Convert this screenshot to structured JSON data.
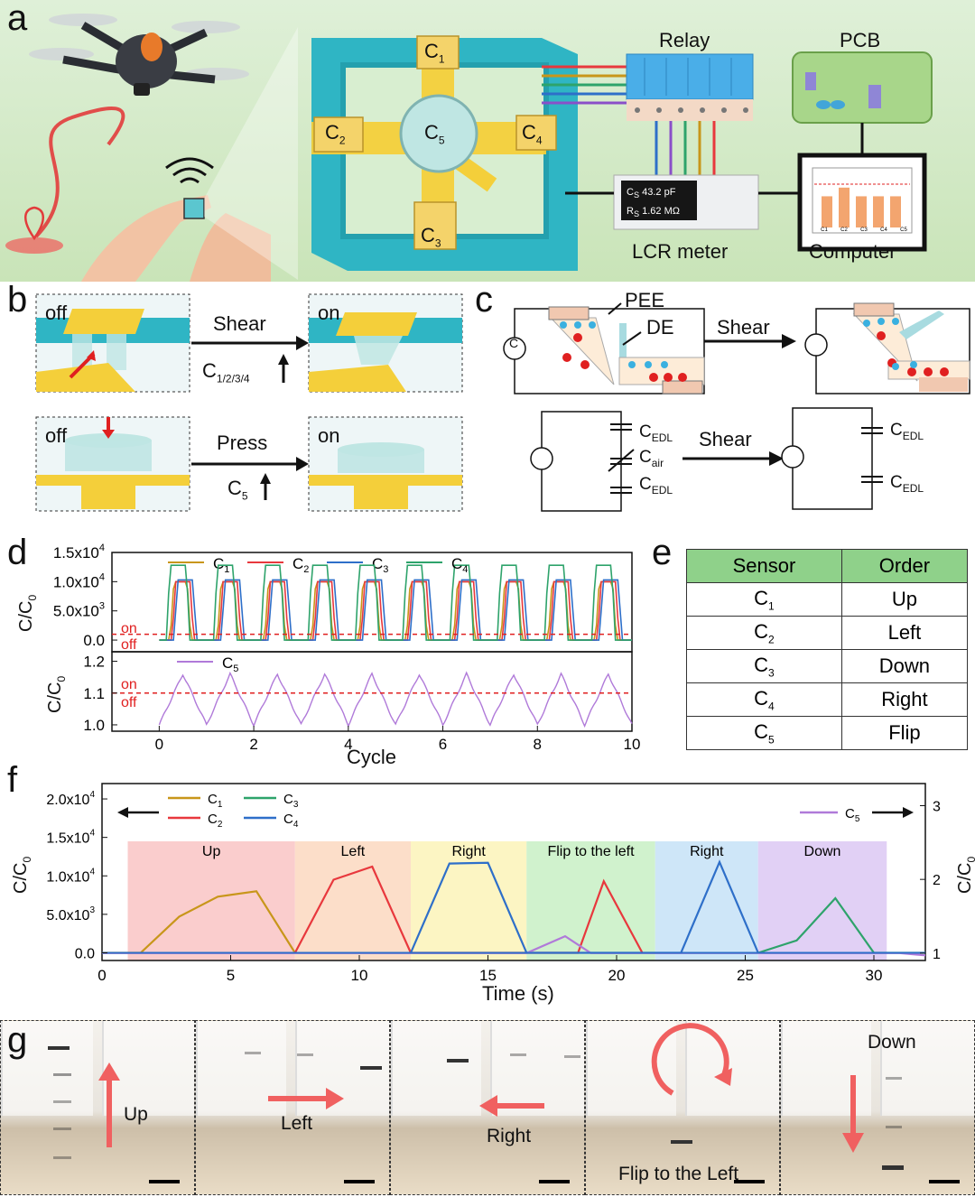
{
  "panels": {
    "a": "a",
    "b": "b",
    "c": "c",
    "d": "d",
    "e": "e",
    "f": "f",
    "g": "g"
  },
  "panel_a": {
    "sensors": {
      "c1": "C",
      "c1_sub": "1",
      "c2": "C",
      "c2_sub": "2",
      "c3": "C",
      "c3_sub": "3",
      "c4": "C",
      "c4_sub": "4",
      "c5": "C",
      "c5_sub": "5"
    },
    "relay": "Relay",
    "pcb": "PCB",
    "lcr_label": "LCR meter",
    "lcr_screen": {
      "cs": "C",
      "cs_sub": "S",
      "cs_val": "43.2 pF",
      "rs": "R",
      "rs_sub": "S",
      "rs_val": "1.62 MΩ"
    },
    "computer": "Computer",
    "computer_bars": [
      "C1",
      "C2",
      "C3",
      "C4",
      "C5"
    ],
    "computer_bar_levels": [
      0.72,
      0.92,
      0.72,
      0.72,
      0.72
    ]
  },
  "panel_b": {
    "off1": "off",
    "on1": "on",
    "shear": "Shear",
    "shear_sub": "C",
    "shear_sub2": "1/2/3/4",
    "off2": "off",
    "on2": "on",
    "press": "Press",
    "press_sub": "C",
    "press_sub2": "5"
  },
  "panel_c": {
    "pee": "PEE",
    "de": "DE",
    "shear1": "Shear",
    "shear2": "Shear",
    "cedl": "C",
    "cedl_sub": "EDL",
    "cair": "C",
    "cair_sub": "air",
    "c_symbol": "C"
  },
  "panel_d": {
    "ylabel": "C/C",
    "ylabel_sub": "0",
    "xlabel": "Cycle",
    "on": "on",
    "off": "off",
    "top_ticks": [
      "0.0",
      "5.0x10",
      "1.0x10",
      "1.5x10"
    ],
    "top_tick_exp": [
      "",
      "3",
      "4",
      "4"
    ],
    "bottom_ticks": [
      "1.0",
      "1.1",
      "1.2"
    ],
    "x_ticks": [
      "0",
      "2",
      "4",
      "6",
      "8",
      "10"
    ]
  },
  "panel_e": {
    "headers": [
      "Sensor",
      "Order"
    ],
    "rows": [
      {
        "sensor": "C",
        "sub": "1",
        "order": "Up"
      },
      {
        "sensor": "C",
        "sub": "2",
        "order": "Left"
      },
      {
        "sensor": "C",
        "sub": "3",
        "order": "Down"
      },
      {
        "sensor": "C",
        "sub": "4",
        "order": "Right"
      },
      {
        "sensor": "C",
        "sub": "5",
        "order": "Flip"
      }
    ]
  },
  "panel_f": {
    "xlabel": "Time (s)",
    "ylabel_left": "C/C",
    "ylabel_left_sub": "0",
    "ylabel_right": "C/C",
    "ylabel_right_sub": "0",
    "y_ticks": [
      "0.0",
      "5.0x10",
      "1.0x10",
      "1.5x10",
      "2.0x10"
    ],
    "y_tick_exp": [
      "",
      "3",
      "4",
      "4",
      "4"
    ],
    "y_right_ticks": [
      "1",
      "2",
      "3"
    ],
    "x_ticks": [
      "0",
      "5",
      "10",
      "15",
      "20",
      "25",
      "30"
    ],
    "regions": [
      "Up",
      "Left",
      "Right",
      "Flip to the left",
      "Right",
      "Down"
    ]
  },
  "panel_g": {
    "captions": [
      "Up",
      "Left",
      "Right",
      "Flip to the Left",
      "Down"
    ]
  },
  "colors": {
    "c1": "#c8961a",
    "c2": "#e8383d",
    "c3": "#2e6fc9",
    "c4": "#2ea36b",
    "c5": "#b07ad9",
    "threshold": "#e02020"
  },
  "chart_data": [
    {
      "type": "line",
      "title": "",
      "xlabel": "Cycle",
      "ylabel": "C/C0",
      "xlim": [
        -1,
        10
      ],
      "ylim": [
        -2000,
        15000
      ],
      "threshold": 1000,
      "series": [
        {
          "name": "C1",
          "color": "#c8961a",
          "period": 1,
          "peak": 10000,
          "phase": 0.45
        },
        {
          "name": "C2",
          "color": "#e8383d",
          "period": 1,
          "peak": 10000,
          "phase": 0.5
        },
        {
          "name": "C3",
          "color": "#2e6fc9",
          "period": 1,
          "peak": 10300,
          "phase": 0.55
        },
        {
          "name": "C4",
          "color": "#2ea36b",
          "period": 1,
          "peak": 12800,
          "phase": 0.4
        }
      ]
    },
    {
      "type": "line",
      "xlabel": "Cycle",
      "ylabel": "C/C0",
      "xlim": [
        -1,
        10
      ],
      "ylim": [
        0.98,
        1.23
      ],
      "threshold": 1.1,
      "series": [
        {
          "name": "C5",
          "color": "#b07ad9",
          "period": 1,
          "peak": 1.16,
          "base": 1.0,
          "phase": 0.5
        }
      ]
    },
    {
      "type": "line",
      "xlabel": "Time (s)",
      "ylabel": "C/C0",
      "xlim": [
        0,
        32
      ],
      "ylim": [
        -1000,
        22000
      ],
      "y2lim": [
        0.9,
        3.3
      ],
      "series": [
        {
          "name": "C1",
          "color": "#c8961a",
          "x": [
            0,
            1.5,
            3,
            4.5,
            6,
            7.5
          ],
          "y": [
            0,
            0,
            4700,
            7300,
            8000,
            0
          ]
        },
        {
          "name": "C2",
          "color": "#e8383d",
          "x": [
            7.5,
            9,
            10.5,
            12,
            18.5,
            19.5,
            21
          ],
          "y": [
            0,
            9500,
            11200,
            0,
            0,
            9300,
            0
          ]
        },
        {
          "name": "C4",
          "color": "#2e6fc9",
          "x": [
            12,
            13.5,
            15,
            16.5,
            22.5,
            24,
            25.5
          ],
          "y": [
            0,
            11600,
            11700,
            0,
            0,
            11800,
            0
          ]
        },
        {
          "name": "C3",
          "color": "#2ea36b",
          "x": [
            25.5,
            27,
            28.5,
            30,
            32
          ],
          "y": [
            0,
            1600,
            7100,
            0,
            0
          ]
        },
        {
          "name": "C5",
          "color": "#b07ad9",
          "axis": "right",
          "x": [
            0,
            16.5,
            18,
            19,
            31,
            32
          ],
          "y": [
            1,
            1,
            1.23,
            1,
            1,
            0.97
          ]
        }
      ]
    }
  ]
}
